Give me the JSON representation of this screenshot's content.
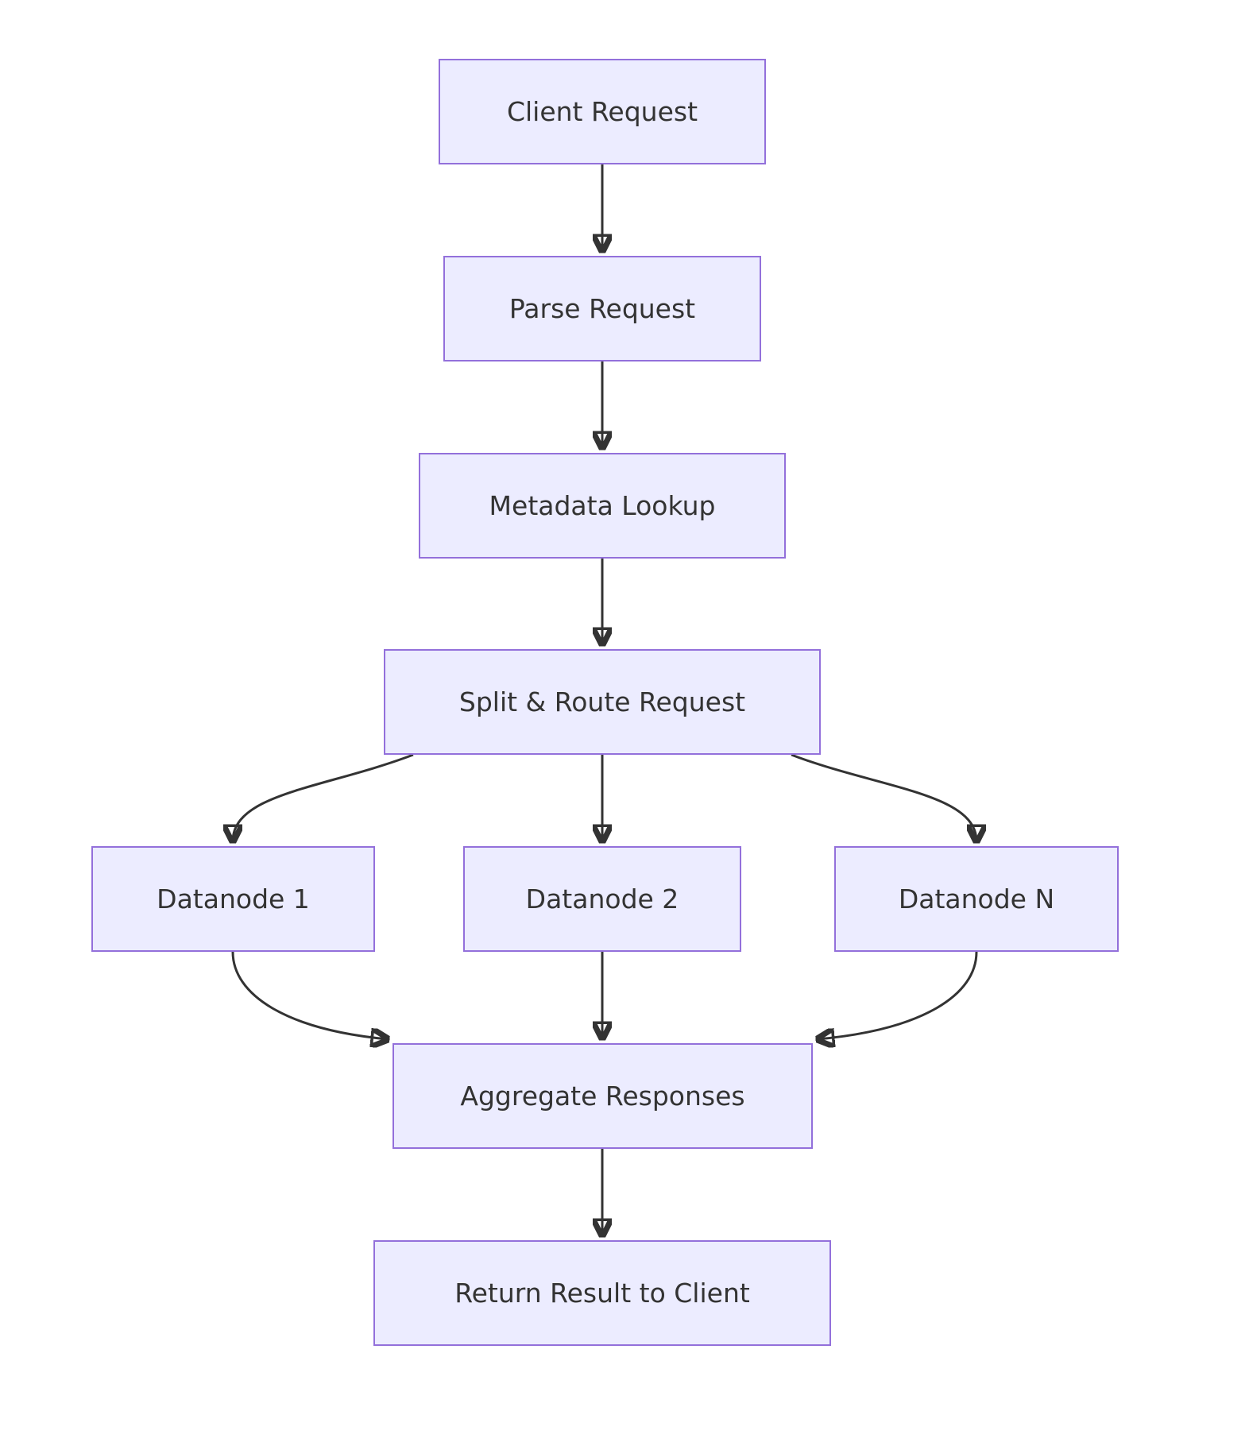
{
  "diagram": {
    "type": "flowchart",
    "direction": "top-down",
    "colors": {
      "node_fill": "#ECECFF",
      "node_border": "#9370DB",
      "node_text": "#333333",
      "edge": "#333333",
      "background": "#FFFFFF"
    },
    "nodes": [
      {
        "id": "client_request",
        "label": "Client Request"
      },
      {
        "id": "parse_request",
        "label": "Parse Request"
      },
      {
        "id": "metadata_lookup",
        "label": "Metadata Lookup"
      },
      {
        "id": "split_route",
        "label": "Split & Route Request"
      },
      {
        "id": "datanode_1",
        "label": "Datanode 1"
      },
      {
        "id": "datanode_2",
        "label": "Datanode 2"
      },
      {
        "id": "datanode_n",
        "label": "Datanode N"
      },
      {
        "id": "aggregate",
        "label": "Aggregate Responses"
      },
      {
        "id": "return_result",
        "label": "Return Result to Client"
      }
    ],
    "edges": [
      {
        "from": "client_request",
        "to": "parse_request"
      },
      {
        "from": "parse_request",
        "to": "metadata_lookup"
      },
      {
        "from": "metadata_lookup",
        "to": "split_route"
      },
      {
        "from": "split_route",
        "to": "datanode_1"
      },
      {
        "from": "split_route",
        "to": "datanode_2"
      },
      {
        "from": "split_route",
        "to": "datanode_n"
      },
      {
        "from": "datanode_1",
        "to": "aggregate"
      },
      {
        "from": "datanode_2",
        "to": "aggregate"
      },
      {
        "from": "datanode_n",
        "to": "aggregate"
      },
      {
        "from": "aggregate",
        "to": "return_result"
      }
    ]
  }
}
